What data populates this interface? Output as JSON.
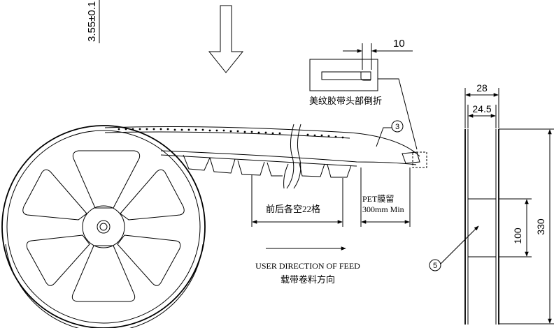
{
  "labels": {
    "thickness_dim": "3.55±0.1",
    "fold_width_dim": "10",
    "fold_caption": "美纹胶带头部倒折",
    "callout_3": "3",
    "callout_5": "5",
    "empty_pockets": "前后各空22格",
    "pet_film_1": "PET膜留",
    "pet_film_2": "300mm Min",
    "feed_direction_en": "USER DIRECTION OF FEED",
    "feed_direction_cn": "载带卷料方向",
    "reel_width_outer": "28",
    "reel_width_inner": "24.5",
    "hub_diameter": "100",
    "reel_diameter": "330"
  }
}
